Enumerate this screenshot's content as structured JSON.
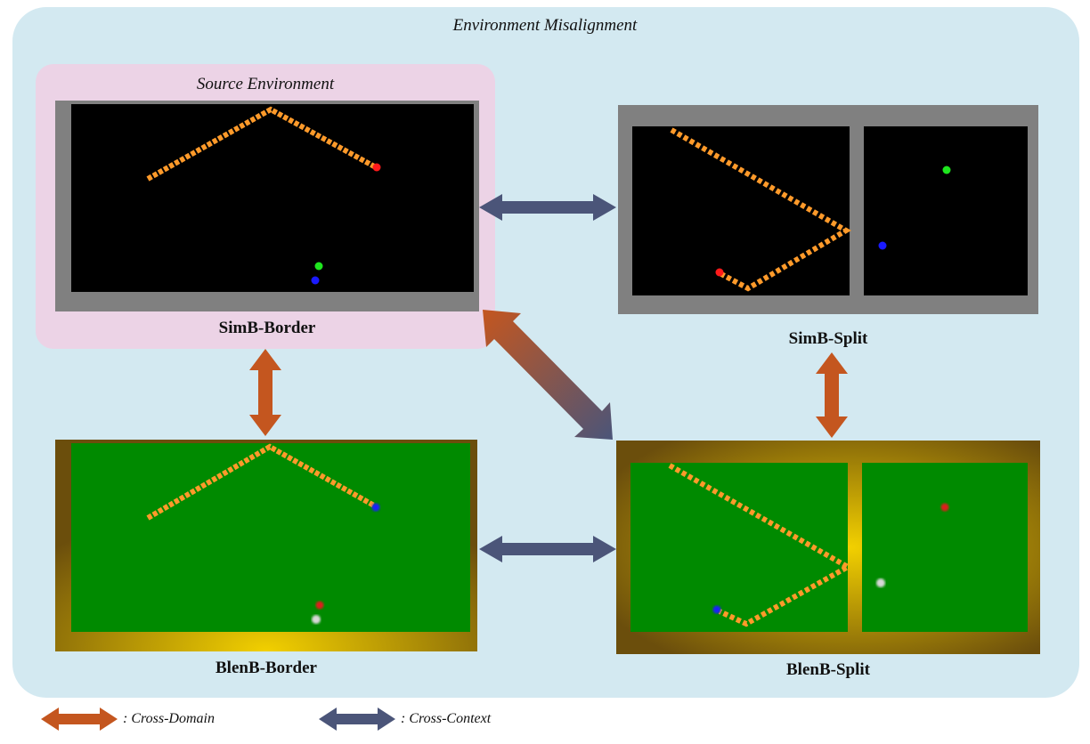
{
  "title": "Environment Misalignment",
  "source_label": "Source Environment",
  "environments": {
    "simb_border": "SimB-Border",
    "simb_split": "SimB-Split",
    "blenb_border": "BlenB-Border",
    "blenb_split": "BlenB-Split"
  },
  "legend": {
    "cross_domain": ": Cross-Domain",
    "cross_context": ": Cross-Context"
  },
  "colors": {
    "cross_domain": "#c4561f",
    "cross_context": "#4b5579",
    "sim_frame": "#808080",
    "sim_table": "#000000",
    "blen_table": "#008a00",
    "blen_frame": "#6b4e0c",
    "blen_glow": "#f2d000",
    "trajectory_start": "#ff8a1e",
    "trajectory_end": "#ffd01e"
  },
  "icons": {
    "ball_red": "red-ball-icon",
    "ball_green": "green-ball-icon",
    "ball_blue": "blue-ball-icon",
    "ball_white": "white-ball-icon"
  }
}
